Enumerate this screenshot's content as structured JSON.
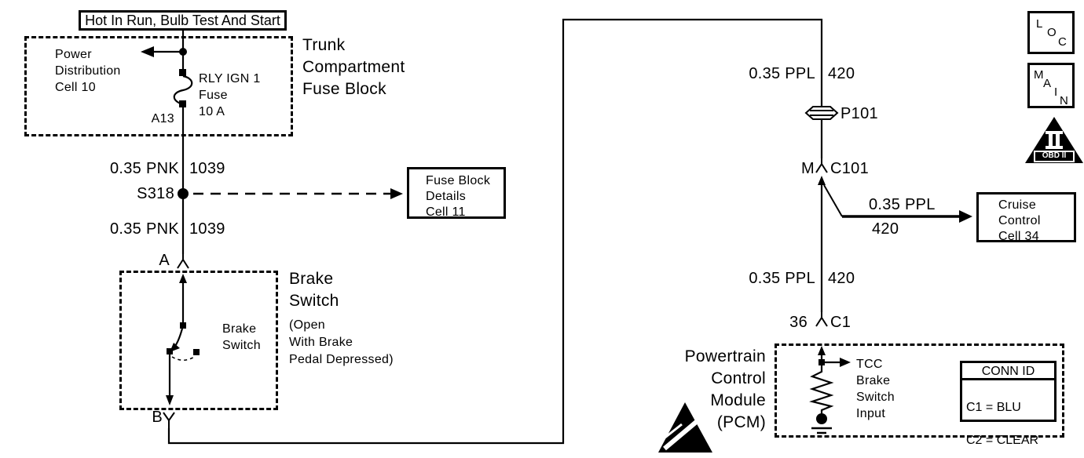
{
  "power_source": {
    "label": "Hot In Run, Bulb Test And Start"
  },
  "trunk_fuse_block": {
    "title": "Trunk\nCompartment\nFuse Block",
    "power_distribution_ref": "Power\nDistribution\nCell 10",
    "fuse_label": "RLY IGN 1\nFuse\n10 A",
    "terminal": "A13"
  },
  "wires": {
    "pnk_upper": {
      "gauge_color": "0.35 PNK",
      "circuit": "1039"
    },
    "pnk_lower": {
      "gauge_color": "0.35 PNK",
      "circuit": "1039"
    },
    "ppl_upper": {
      "gauge_color": "0.35 PPL",
      "circuit": "420"
    },
    "ppl_branch": {
      "gauge_color": "0.35 PPL",
      "circuit": "420"
    },
    "ppl_lower": {
      "gauge_color": "0.35 PPL",
      "circuit": "420"
    }
  },
  "splice": {
    "label": "S318"
  },
  "fuse_block_details_ref": {
    "label": "Fuse Block\nDetails\nCell 11"
  },
  "brake_switch": {
    "terminal_a": "A",
    "terminal_b": "B",
    "component_label": "Brake\nSwitch",
    "title": "Brake\nSwitch",
    "note": "(Open\nWith Brake\nPedal Depressed)"
  },
  "pass_through": {
    "label": "P101"
  },
  "connector_c101": {
    "pin": "M",
    "label": "C101"
  },
  "cruise_control_ref": {
    "label": "Cruise\nControl\nCell 34"
  },
  "connector_c1": {
    "pin": "36",
    "label": "C1"
  },
  "pcm": {
    "title": "Powertrain\nControl\nModule\n(PCM)",
    "input_label": "TCC\nBrake\nSwitch\nInput"
  },
  "conn_id": {
    "header": "CONN ID",
    "rows": [
      "C1 = BLU",
      "C2 = CLEAR"
    ]
  },
  "legend": {
    "loc": {
      "l1": "L",
      "l2": "O",
      "l3": "C"
    },
    "main": {
      "l1": "M",
      "l2": "A",
      "l3": "I",
      "l4": "N"
    },
    "obd": {
      "label": "OBD II"
    }
  },
  "colors": {
    "ink": "#000000",
    "paper": "#ffffff"
  }
}
